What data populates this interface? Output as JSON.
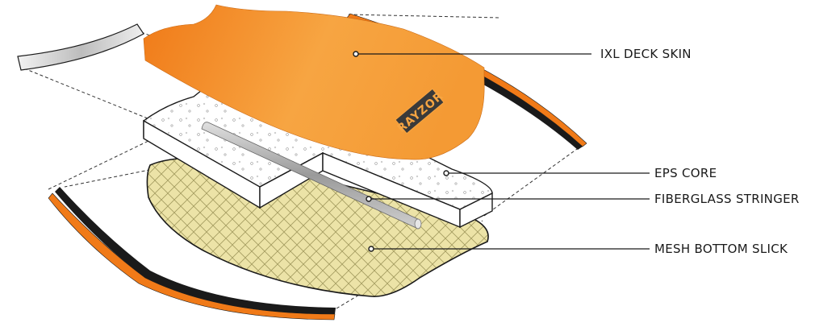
{
  "labels": {
    "deck_skin": "IXL DECK SKIN",
    "eps_core": "EPS CORE",
    "stringer": "FIBERGLASS STRINGER",
    "mesh_slick": "MESH BOTTOM SLICK"
  },
  "logo": {
    "text": "RAYZOR"
  },
  "colors": {
    "orange_light": "#f7a542",
    "orange_dark": "#f07a18",
    "mesh_fill": "#ece3a7",
    "mesh_line": "#a39b5f",
    "core_fill": "#ffffff",
    "outline": "#1a1a1a",
    "rail_silver": "#cfcfcf",
    "rail_black": "#1a1a1a"
  }
}
